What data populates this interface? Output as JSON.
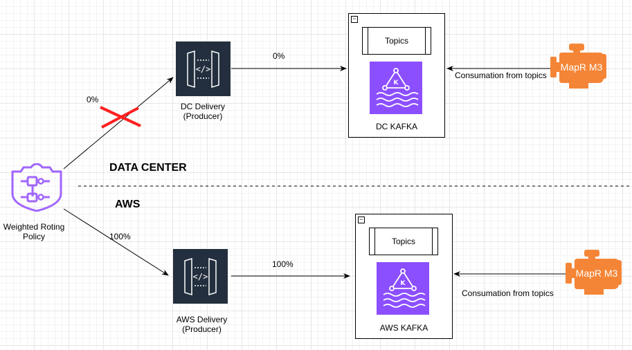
{
  "policy": {
    "label": "Weighted Roting Policy",
    "color": "#a166ff"
  },
  "regions": {
    "datacenter": "DATA CENTER",
    "aws": "AWS"
  },
  "dc": {
    "producer_label": "DC Delivery\n(Producer)",
    "kafka_label": "DC KAFKA",
    "topics": "Topics",
    "weight_in": "0%",
    "weight_out": "0%",
    "consumer": "MapR M3",
    "consumption": "Consumation from topics"
  },
  "aws": {
    "producer_label": "AWS Delivery\n(Producer)",
    "kafka_label": "AWS KAFKA",
    "topics": "Topics",
    "weight_in": "100%",
    "weight_out": "100%",
    "consumer": "MapR M3",
    "consumption": "Consumation from topics"
  },
  "colors": {
    "api_gateway_bg": "#232f3e",
    "kafka_bg": "#8c4fff",
    "mapr_orange": "#f58536",
    "blocked_x": "#ff0000"
  },
  "icons": {
    "policy": "shield-network-icon",
    "producer": "api-gateway-icon",
    "kafka": "kafka-icon",
    "consumer": "engine-icon",
    "blocked": "cross-icon"
  }
}
